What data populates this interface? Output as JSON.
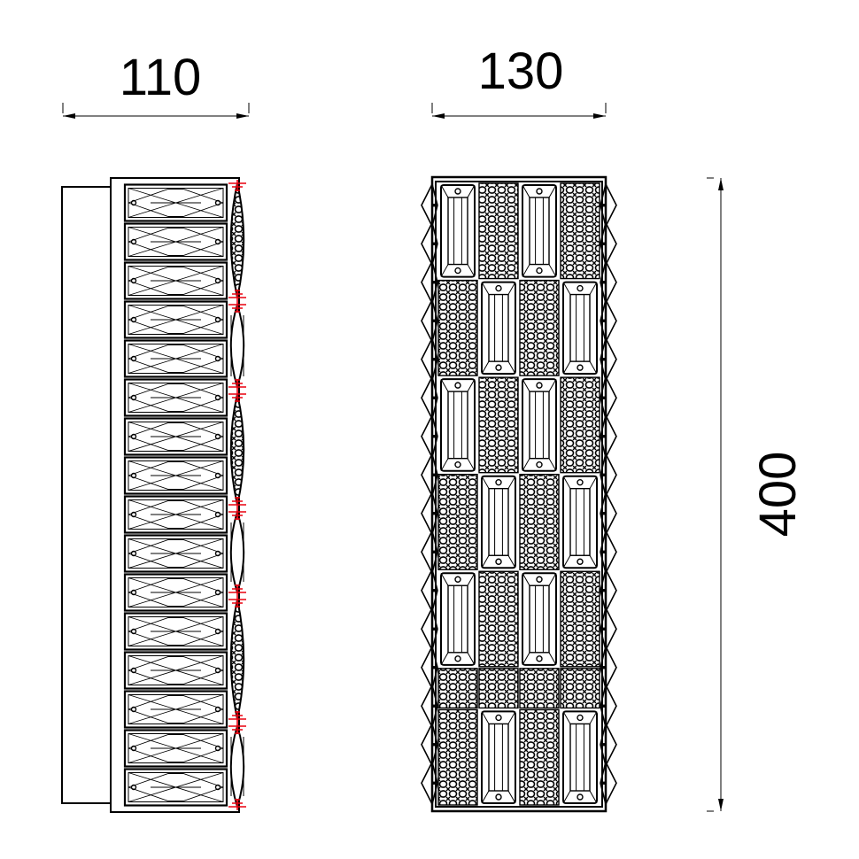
{
  "dimensions": {
    "width_side": "110",
    "width_front": "130",
    "height": "400"
  },
  "colors": {
    "line": "#000000",
    "accent": "#e8000f",
    "background": "#ffffff"
  },
  "side_view": {
    "bar_count": 16,
    "lens_count": 6
  },
  "front_view": {
    "rows": 7,
    "columns": 4,
    "crystal_pattern": [
      [
        "crystal",
        "mesh",
        "crystal",
        "mesh"
      ],
      [
        "mesh",
        "crystal",
        "mesh",
        "crystal"
      ],
      [
        "crystal",
        "mesh",
        "crystal",
        "mesh"
      ],
      [
        "mesh",
        "crystal",
        "mesh",
        "crystal"
      ],
      [
        "crystal",
        "mesh",
        "crystal",
        "mesh"
      ],
      [
        "mesh",
        "mesh",
        "mesh",
        "mesh"
      ],
      [
        "mesh",
        "crystal",
        "mesh",
        "crystal"
      ]
    ],
    "side_diamonds": 16
  }
}
